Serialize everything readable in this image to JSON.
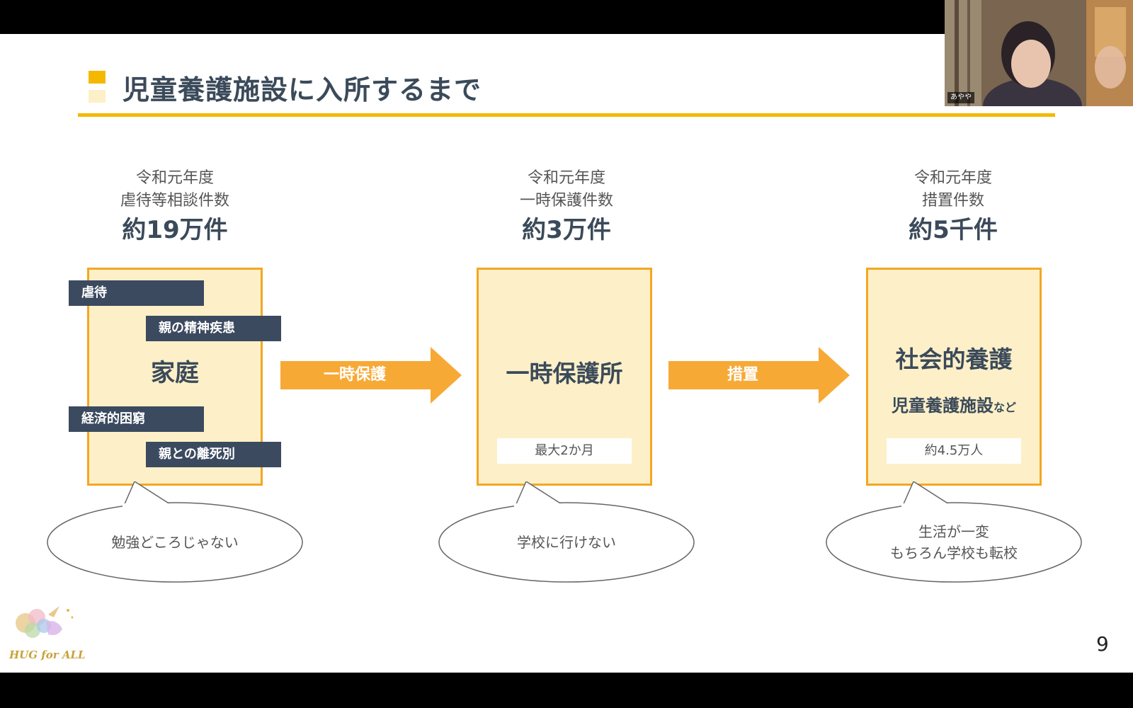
{
  "slide": {
    "title": "児童養護施設に入所するまで",
    "page_number": "9"
  },
  "columns": [
    {
      "year": "令和元年度",
      "metric": "虐待等相談件数",
      "count": "約19万件",
      "box_label": "家庭",
      "tags": [
        "虐待",
        "親の精神疾患",
        "経済的困窮",
        "親との離死別"
      ],
      "bubble": [
        "勉強どころじゃない"
      ]
    },
    {
      "year": "令和元年度",
      "metric": "一時保護件数",
      "count": "約3万件",
      "box_label": "一時保護所",
      "note": "最大2か月",
      "bubble": [
        "学校に行けない"
      ]
    },
    {
      "year": "令和元年度",
      "metric": "措置件数",
      "count": "約5千件",
      "box_label": "社会的養護",
      "box_sublabel": "児童養護施設",
      "box_sublabel_suffix": "など",
      "note": "約4.5万人",
      "bubble": [
        "生活が一変",
        "もちろん学校も転校"
      ]
    }
  ],
  "arrows": [
    "一時保護",
    "措置"
  ],
  "logo": {
    "text": "HUG for ALL"
  },
  "webcam": {
    "participant_name": "あやや"
  },
  "colors": {
    "accent": "#f5b800",
    "card_fill": "#fdf0c8",
    "card_border": "#f5a623",
    "arrow": "#f7a936",
    "tag": "#3b4a5f",
    "title_text": "#3b4a5a"
  }
}
